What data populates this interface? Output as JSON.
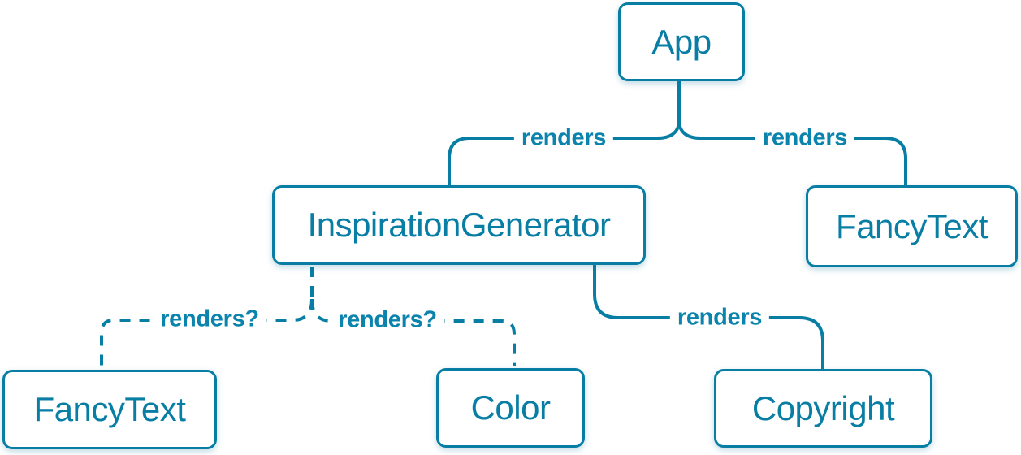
{
  "diagram": {
    "type": "component-tree",
    "colors": {
      "accent": "#087ea4",
      "node_fill": "#ffffff",
      "background": "#ffffff"
    },
    "nodes": [
      {
        "id": "app",
        "label": "App"
      },
      {
        "id": "inspiration-generator",
        "label": "InspirationGenerator"
      },
      {
        "id": "fancy-text-top-right",
        "label": "FancyText"
      },
      {
        "id": "fancy-text-bottom-left",
        "label": "FancyText"
      },
      {
        "id": "color",
        "label": "Color"
      },
      {
        "id": "copyright",
        "label": "Copyright"
      }
    ],
    "edges": [
      {
        "from": "App",
        "to": "InspirationGenerator",
        "label": "renders",
        "style": "solid"
      },
      {
        "from": "App",
        "to": "FancyText",
        "label": "renders",
        "style": "solid"
      },
      {
        "from": "InspirationGenerator",
        "to": "FancyText",
        "label": "renders?",
        "style": "dashed"
      },
      {
        "from": "InspirationGenerator",
        "to": "Color",
        "label": "renders?",
        "style": "dashed"
      },
      {
        "from": "InspirationGenerator",
        "to": "Copyright",
        "label": "renders",
        "style": "solid"
      }
    ]
  }
}
